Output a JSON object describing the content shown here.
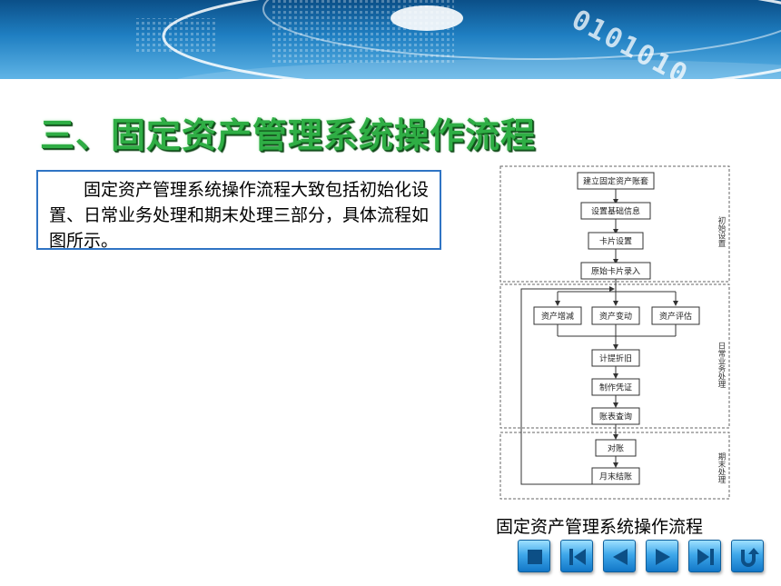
{
  "title": "三、固定资产管理系统操作流程",
  "intro": "固定资产管理系统操作流程大致包括初始化设置、日常业务处理和期末处理三部分，具体流程如图所示。",
  "banner_binary": "0101010",
  "caption": "固定资产管理系统操作流程",
  "flowchart": {
    "nodes": {
      "n1": "建立固定资产账套",
      "n2": "设置基础信息",
      "n3": "卡片设置",
      "n4": "原始卡片录入",
      "n5": "资产增减",
      "n6": "资产变动",
      "n7": "资产评估",
      "n8": "计提折旧",
      "n9": "制作凭证",
      "n10": "账表查询",
      "n11": "对账",
      "n12": "月末结账"
    },
    "sections": {
      "init": "初始设置",
      "daily": "日常业务处理",
      "period": "期末处理"
    }
  },
  "nav": {
    "buttons": [
      "home-icon",
      "first-page-icon",
      "previous-icon",
      "next-icon",
      "last-page-icon",
      "return-icon"
    ],
    "color": "#2b8fd9"
  }
}
